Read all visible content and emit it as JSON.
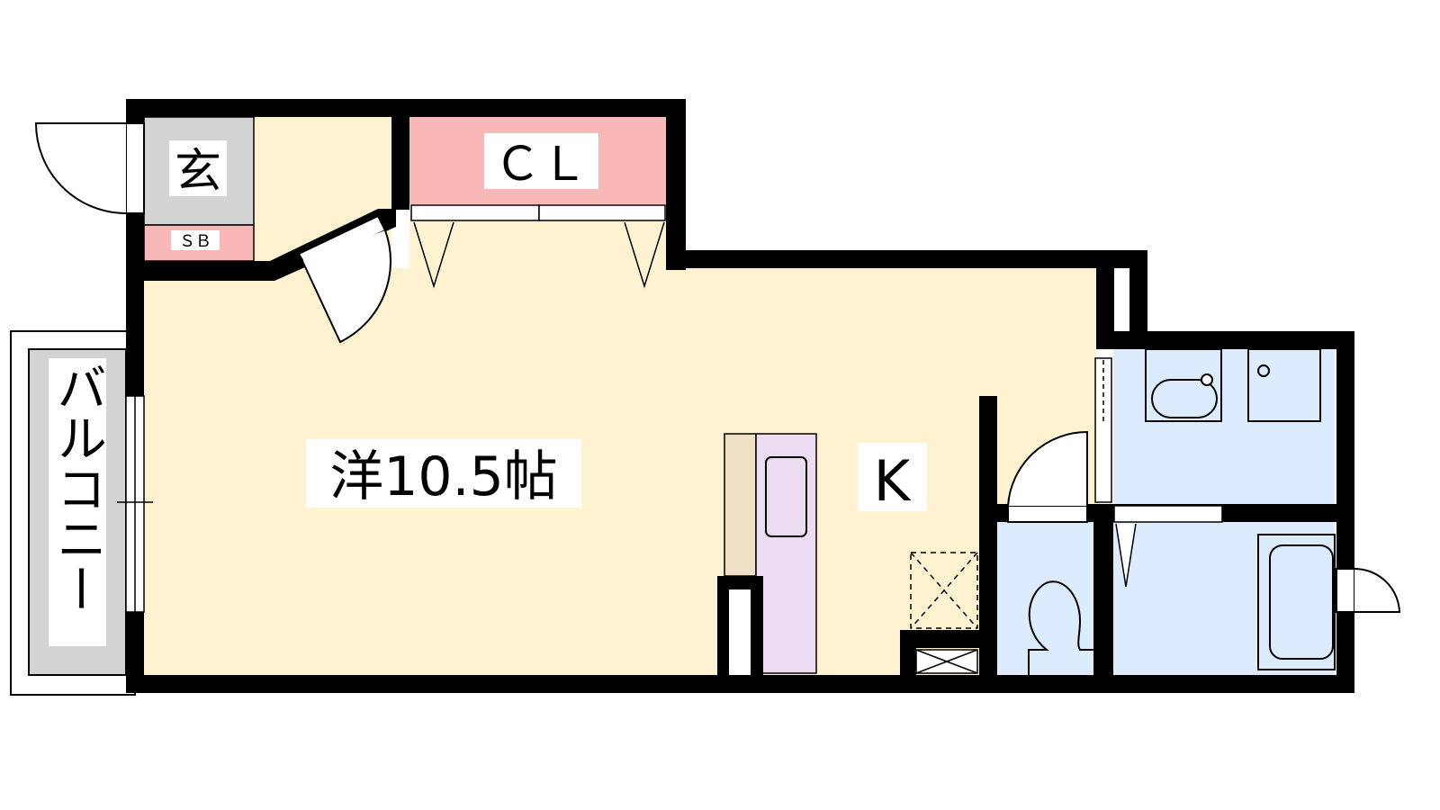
{
  "floorplan": {
    "labels": {
      "entrance": "玄",
      "shoe_box": "ＳＢ",
      "closet": "ＣＬ",
      "western_room": "洋10.5帖",
      "kitchen": "K",
      "balcony": "バルコニー"
    },
    "colors": {
      "room": "#FFF2D1",
      "entrance": "#D3D3D3",
      "closet": "#F9B8B8",
      "wet_area": "#DCEBFD",
      "counter": "#EBDCF2",
      "counter_side": "#EFDFC5",
      "wall": "#000000"
    }
  }
}
